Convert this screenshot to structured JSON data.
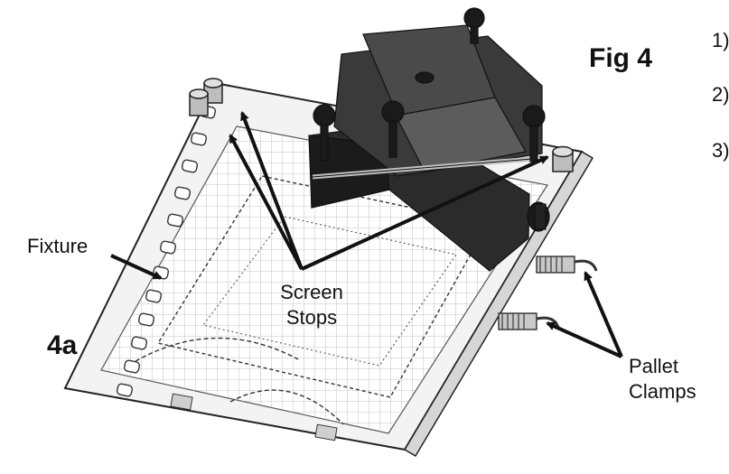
{
  "figure_label": "Fig 4",
  "sub_label": "4a",
  "step_numbers": [
    "1)",
    "2)",
    "3)"
  ],
  "callouts": {
    "fixture": "Fixture",
    "screen_stops_line1": "Screen",
    "screen_stops_line2": "Stops",
    "pallet_clamps_line1": "Pallet",
    "pallet_clamps_line2": "Clamps"
  },
  "illustration": {
    "subject": "print-head-on-fixture-pallet",
    "colors": {
      "ink": "#111111",
      "metal": "#2b2b2b",
      "pallet": "#f4f4f4",
      "grid": "#9a9a9a"
    }
  }
}
